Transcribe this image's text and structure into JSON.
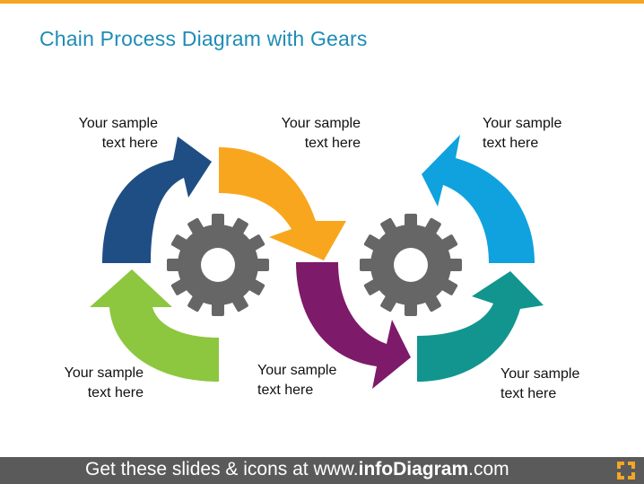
{
  "title": "Chain Process Diagram with Gears",
  "labels": {
    "top_left": {
      "line1": "Your sample",
      "line2": "text here"
    },
    "top_middle": {
      "line1": "Your sample",
      "line2": "text here"
    },
    "top_right": {
      "line1": "Your sample",
      "line2": "text here"
    },
    "bottom_left": {
      "line1": "Your sample",
      "line2": "text here"
    },
    "bottom_middle": {
      "line1": "Your sample",
      "line2": "text here"
    },
    "bottom_right": {
      "line1": "Your sample",
      "line2": "text here"
    }
  },
  "footer": {
    "prefix": "Get these slides & icons at www.",
    "brand": "infoDiagram",
    "suffix": ".com"
  },
  "colors": {
    "accent_bar": "#f5a623",
    "title": "#1e8cb5",
    "navy_arrow": "#1f4e84",
    "orange_arrow": "#f9a61f",
    "green_arrow": "#8dc63f",
    "purple_arrow": "#7d1a6a",
    "sky_arrow": "#0fa2de",
    "teal_arrow": "#12958f",
    "gear": "#666666",
    "footer_bg": "#5a5a5a"
  },
  "icons": [
    "gear-icon",
    "gear-icon",
    "brand-corner-icon"
  ]
}
